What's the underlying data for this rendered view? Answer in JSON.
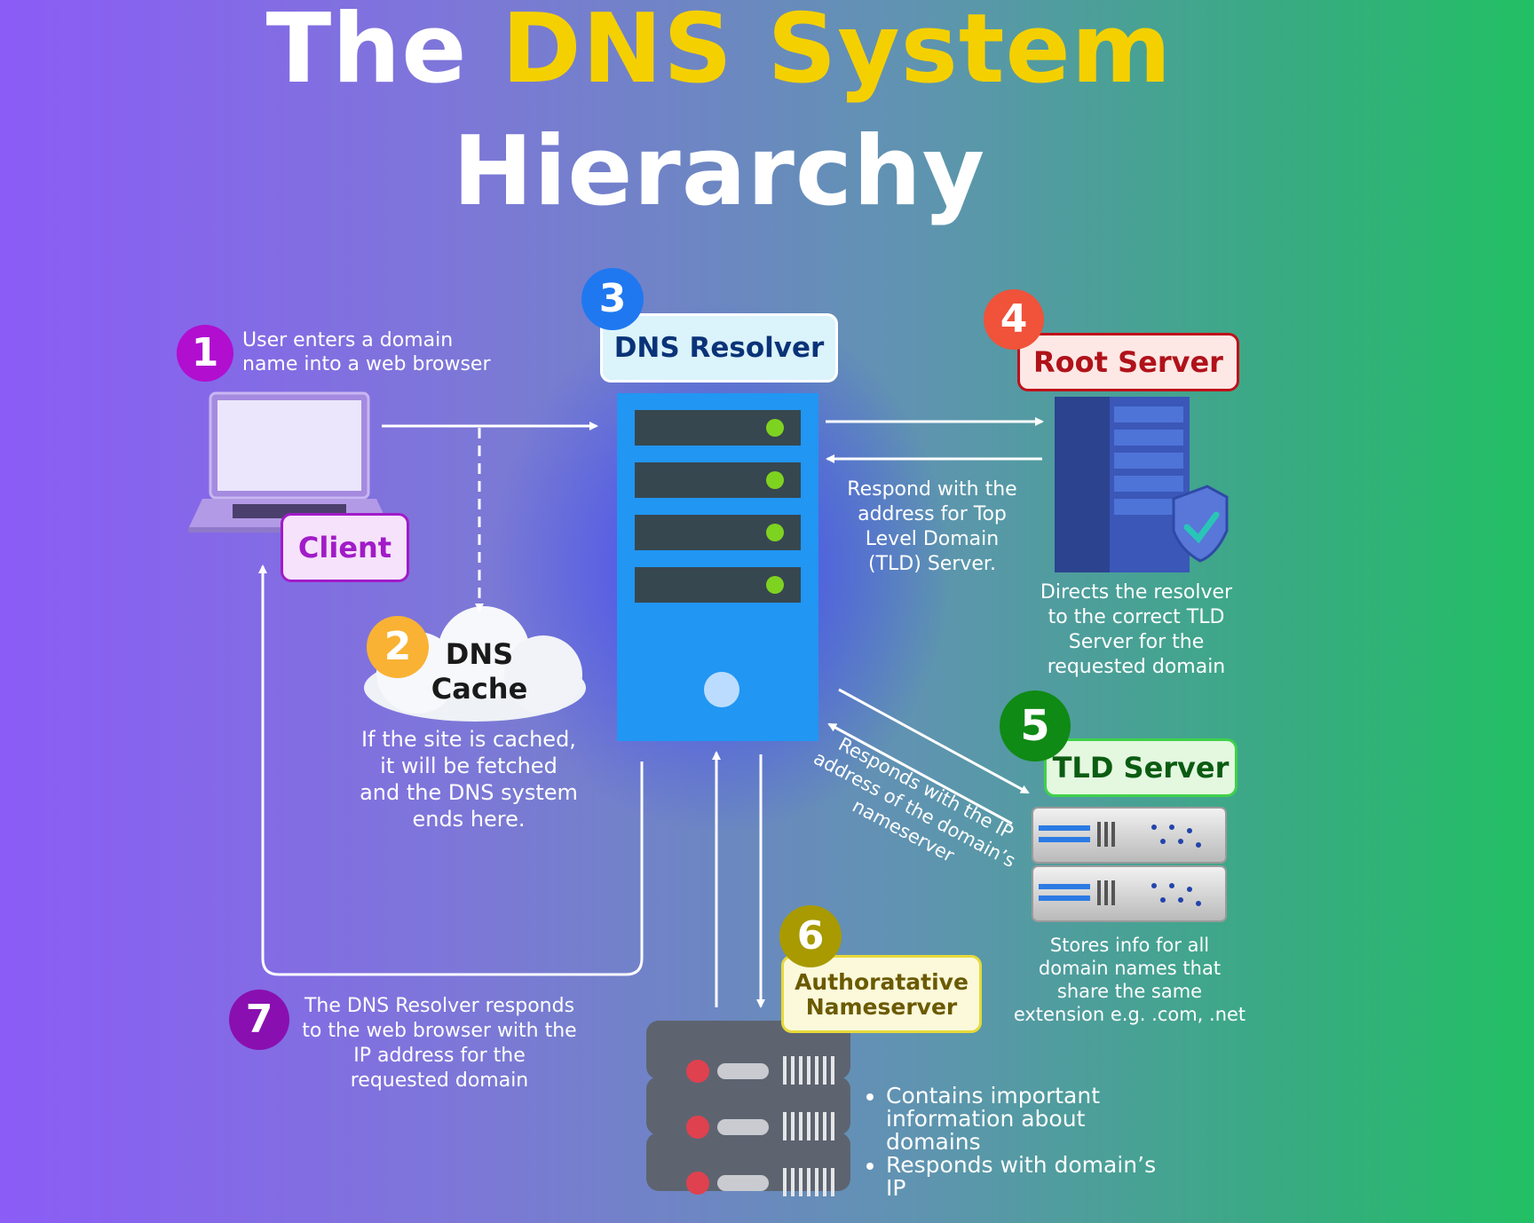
{
  "title": {
    "part1": "The ",
    "highlight": "DNS System",
    "line2": "Hierarchy"
  },
  "steps": [
    {
      "number": "1",
      "label": "Client",
      "description": [
        "User enters a domain",
        "name into a web browser"
      ],
      "color": "#b10ecf"
    },
    {
      "number": "2",
      "label_line1": "DNS",
      "label_line2": "Cache",
      "description": [
        "If the site is cached,",
        "it will be fetched",
        "and the DNS system",
        "ends here."
      ],
      "color": "#f9b233"
    },
    {
      "number": "3",
      "label": "DNS Resolver",
      "color": "#1f78f0"
    },
    {
      "number": "4",
      "label": "Root Server",
      "description": [
        "Directs the resolver",
        "to the correct TLD",
        "Server for the",
        "requested domain"
      ],
      "color": "#f0523a"
    },
    {
      "number": "5",
      "label": "TLD Server",
      "description": [
        "Stores info for all",
        "domain names that",
        "share the same",
        "extension e.g. .com, .net"
      ],
      "color": "#0f8a14"
    },
    {
      "number": "6",
      "label_line1": "Authoratative",
      "label_line2": "Nameserver",
      "bullets": [
        "Contains important information about domains",
        "Responds with domain’s IP"
      ],
      "color": "#a89a00"
    },
    {
      "number": "7",
      "description": [
        "The DNS Resolver responds",
        "to the web browser with the",
        "IP address for the",
        "requested domain"
      ],
      "color": "#8a0fb0"
    }
  ],
  "arrow_notes": {
    "root_response": [
      "Respond with the",
      "address for Top",
      "Level Domain",
      "(TLD) Server."
    ],
    "tld_response": [
      "Responds with the IP",
      "address of the domain’s",
      "nameserver"
    ]
  },
  "colors": {
    "resolver_blue": "#2196f3",
    "led_green": "#7ed321",
    "title_highlight": "#f5d000"
  }
}
